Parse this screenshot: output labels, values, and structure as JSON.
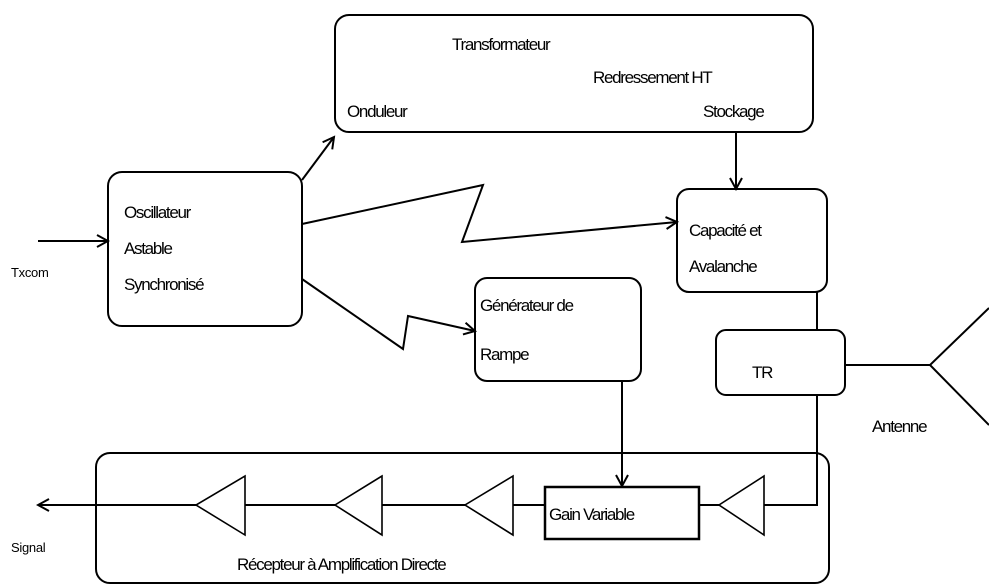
{
  "labels": {
    "transformateur": "Transformateur",
    "redressement": "Redressement HT",
    "onduleur": "Onduleur",
    "stockage": "Stockage",
    "oscillateur_l1": "Oscillateur",
    "oscillateur_l2": "Astable",
    "oscillateur_l3": "Synchronisé",
    "txcom": "Txcom",
    "capacite_l1": "Capacité et",
    "capacite_l2": "Avalanche",
    "generateur_l1": "Générateur de",
    "generateur_l2": "Rampe",
    "tr": "TR",
    "antenne": "Antenne",
    "gain": "Gain Variable",
    "signal": "Signal",
    "recepteur": "Récepteur à Amplification Directe"
  }
}
